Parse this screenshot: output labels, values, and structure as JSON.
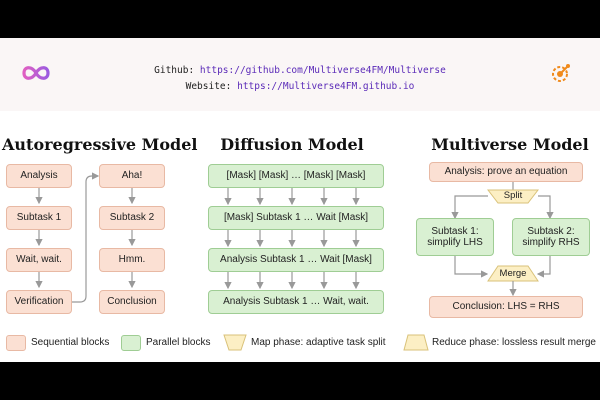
{
  "header": {
    "github_label": "Github:",
    "github_url": "https://github.com/Multiverse4FM/Multiverse",
    "website_label": "Website:",
    "website_url": "https://Multiverse4FM.github.io"
  },
  "autoregressive": {
    "title": "Autoregressive Model",
    "col1": [
      "Analysis",
      "Subtask 1",
      "Wait, wait.",
      "Verification"
    ],
    "col2": [
      "Aha!",
      "Subtask 2",
      "Hmm.",
      "Conclusion"
    ]
  },
  "diffusion": {
    "title": "Diffusion Model",
    "rows": [
      "[Mask]  [Mask] … [Mask]  [Mask]",
      "[Mask] Subtask 1 … Wait [Mask]",
      "Analysis Subtask 1 … Wait [Mask]",
      "Analysis Subtask 1 … Wait, wait."
    ]
  },
  "multiverse": {
    "title": "Multiverse Model",
    "top": "Analysis: prove an equation",
    "split": "Split",
    "left": "Subtask 1:\nsimplify LHS",
    "right": "Subtask 2:\nsimplify RHS",
    "merge": "Merge",
    "bottom": "Conclusion: LHS = RHS"
  },
  "legend": {
    "sequential": "Sequential blocks",
    "parallel": "Parallel blocks",
    "map": "Map phase: adaptive task split",
    "reduce": "Reduce phase: lossless result merge"
  },
  "colors": {
    "sequential_fill": "#fbe0d3",
    "parallel_fill": "#d9f0d2",
    "phase_fill": "#fcefc4",
    "link": "#5b2bb8"
  },
  "icons": [
    "infinity-logo-icon",
    "multiverse-logo-icon"
  ]
}
